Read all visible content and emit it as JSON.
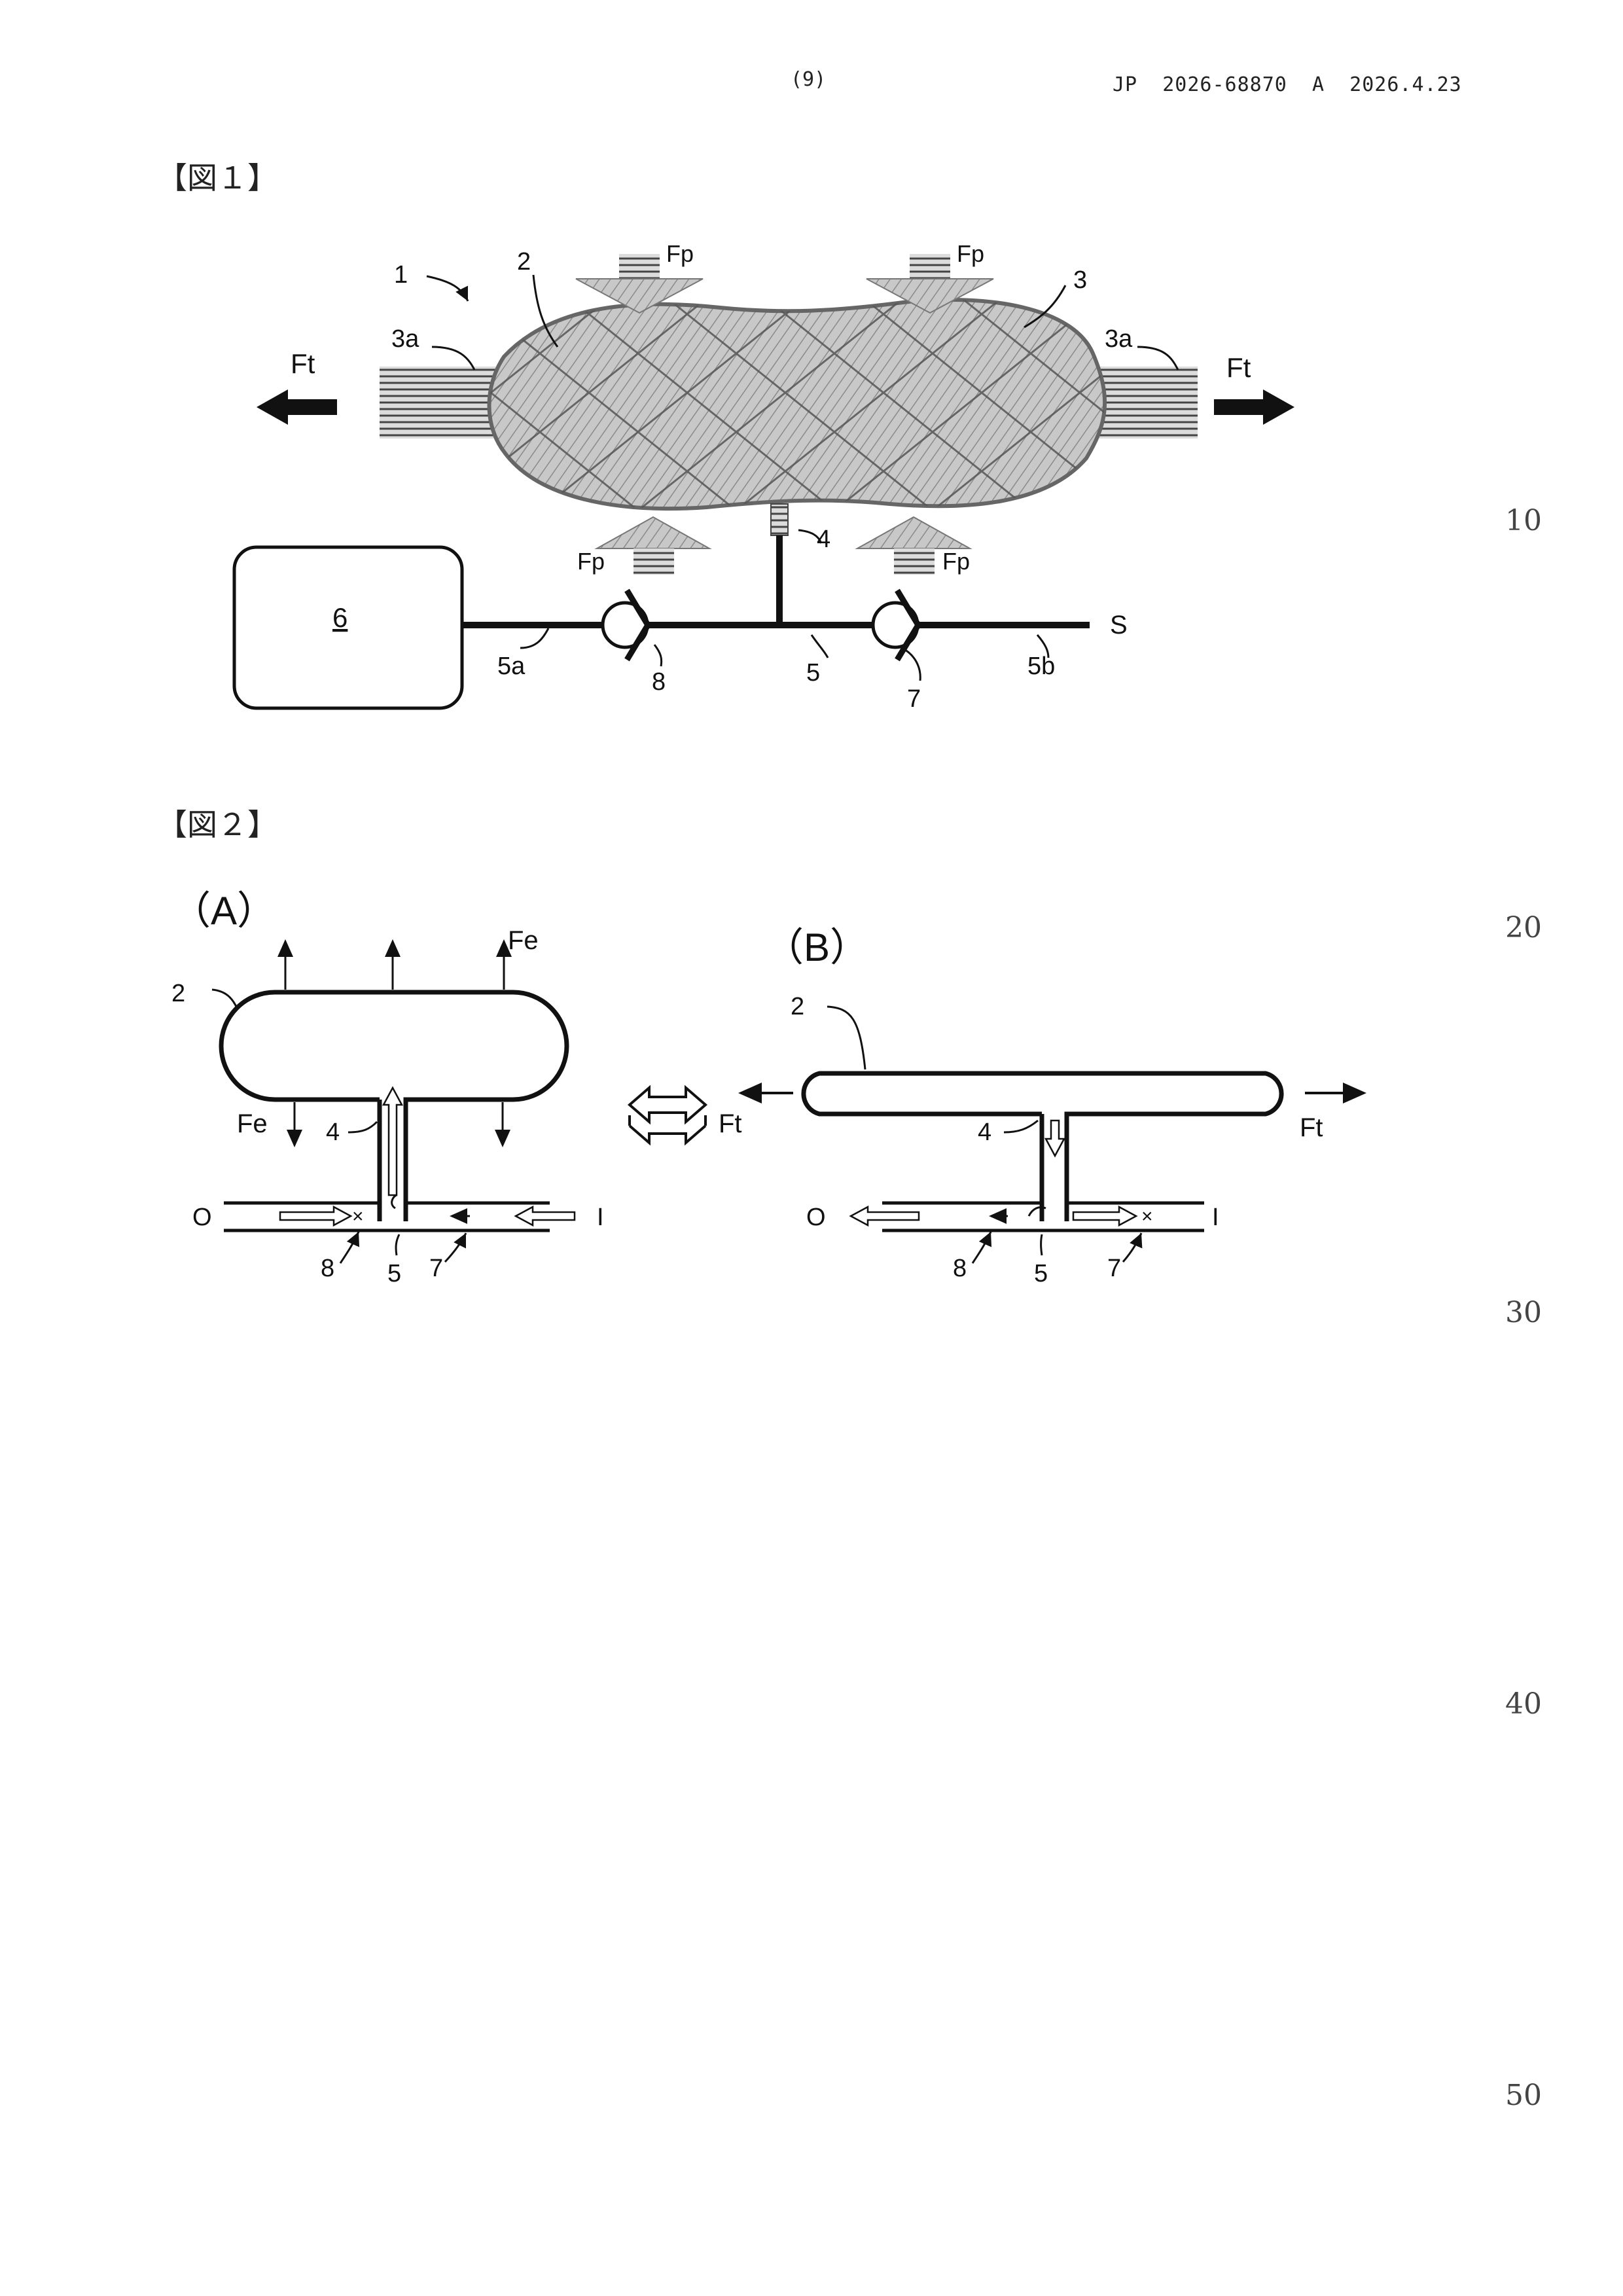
{
  "header": {
    "page_number": "(9)",
    "publication": "JP  2026-68870  A  2026.4.23"
  },
  "figures": {
    "fig1": {
      "label": "【図１】",
      "ref_1": "1",
      "ref_2": "2",
      "ref_3": "3",
      "ref_3a_left": "3a",
      "ref_3a_right": "3a",
      "ref_4": "4",
      "ref_5": "5",
      "ref_5a": "5a",
      "ref_5b": "5b",
      "ref_6": "6",
      "ref_7": "7",
      "ref_8": "8",
      "ref_s": "S",
      "force_ft": "Ft",
      "force_fp": "Fp"
    },
    "fig2": {
      "label": "【図２】",
      "panel_a": {
        "title": "（A）",
        "ref_2": "2",
        "ref_4": "4",
        "ref_5": "5",
        "ref_7": "7",
        "ref_8": "8",
        "force_fe": "Fe",
        "port_out": "O",
        "port_in": "I"
      },
      "panel_b": {
        "title": "（B）",
        "ref_2": "2",
        "ref_4": "4",
        "ref_5": "5",
        "ref_7": "7",
        "ref_8": "8",
        "force_ft": "Ft",
        "port_out": "O",
        "port_in": "I"
      }
    }
  },
  "line_numbers": [
    "10",
    "20",
    "30",
    "40",
    "50"
  ]
}
